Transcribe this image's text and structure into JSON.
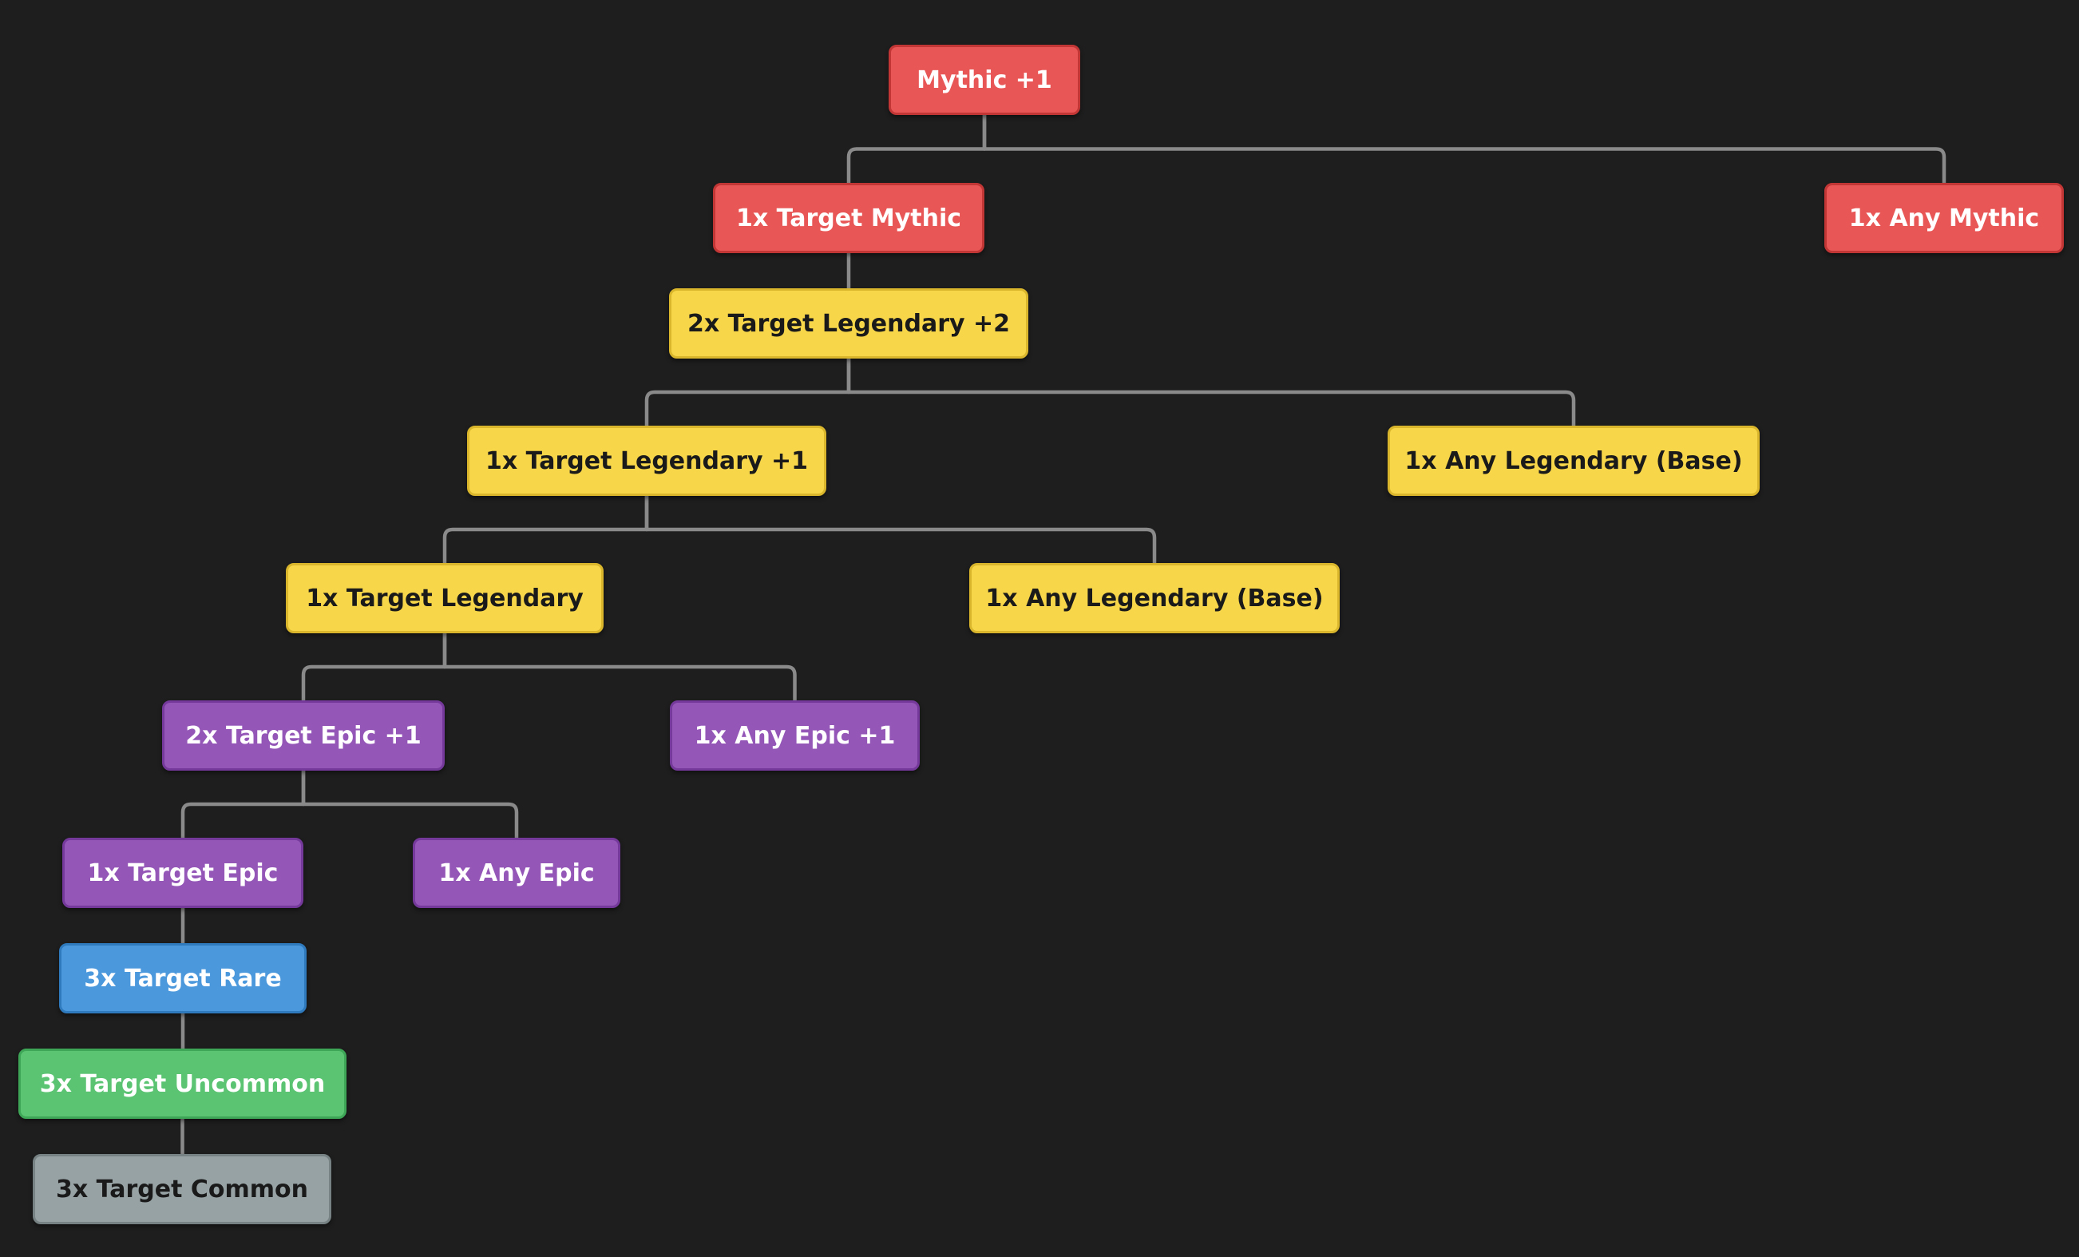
{
  "diagram": {
    "root": {
      "label": "Mythic +1",
      "tier": "mythic"
    },
    "target_mythic": {
      "label": "1x Target Mythic",
      "tier": "mythic"
    },
    "any_mythic": {
      "label": "1x Any Mythic",
      "tier": "mythic"
    },
    "target_legendary_2": {
      "label": "2x Target Legendary +2",
      "tier": "legendary"
    },
    "target_legendary_1": {
      "label": "1x Target Legendary +1",
      "tier": "legendary"
    },
    "any_legendary_a": {
      "label": "1x Any Legendary (Base)",
      "tier": "legendary"
    },
    "target_legendary": {
      "label": "1x Target Legendary",
      "tier": "legendary"
    },
    "any_legendary_b": {
      "label": "1x Any Legendary (Base)",
      "tier": "legendary"
    },
    "target_epic_1": {
      "label": "2x Target Epic +1",
      "tier": "epic"
    },
    "any_epic_1": {
      "label": "1x Any Epic +1",
      "tier": "epic"
    },
    "target_epic": {
      "label": "1x Target Epic",
      "tier": "epic"
    },
    "any_epic": {
      "label": "1x Any Epic",
      "tier": "epic"
    },
    "target_rare": {
      "label": "3x Target Rare",
      "tier": "rare"
    },
    "target_uncommon": {
      "label": "3x Target Uncommon",
      "tier": "uncommon"
    },
    "target_common": {
      "label": "3x Target Common",
      "tier": "common"
    }
  },
  "edges": [
    [
      "root",
      "target_mythic"
    ],
    [
      "root",
      "any_mythic"
    ],
    [
      "target_mythic",
      "target_legendary_2"
    ],
    [
      "target_legendary_2",
      "target_legendary_1"
    ],
    [
      "target_legendary_2",
      "any_legendary_a"
    ],
    [
      "target_legendary_1",
      "target_legendary"
    ],
    [
      "target_legendary_1",
      "any_legendary_b"
    ],
    [
      "target_legendary",
      "target_epic_1"
    ],
    [
      "target_legendary",
      "any_epic_1"
    ],
    [
      "target_epic_1",
      "target_epic"
    ],
    [
      "target_epic_1",
      "any_epic"
    ],
    [
      "target_epic",
      "target_rare"
    ],
    [
      "target_rare",
      "target_uncommon"
    ],
    [
      "target_uncommon",
      "target_common"
    ]
  ],
  "colors": {
    "background": "#1e1e1e",
    "connector": "#8a8a8a",
    "mythic": "#e85656",
    "legendary": "#f7d64a",
    "epic": "#9457b8",
    "rare": "#4c98dd",
    "uncommon": "#5bc473",
    "common": "#97a2a4"
  }
}
